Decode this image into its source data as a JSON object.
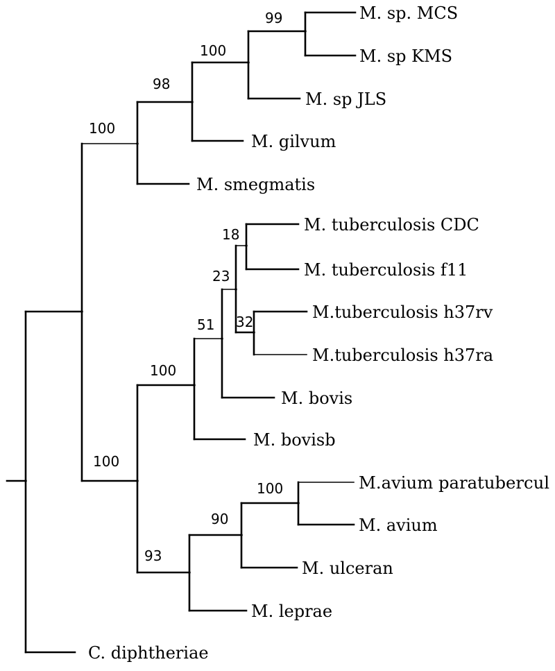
{
  "tree": {
    "leaves": {
      "m_sp_mcs": "M. sp. MCS",
      "m_sp_kms": "M. sp KMS",
      "m_sp_jls": "M. sp JLS",
      "m_gilvum": "M. gilvum",
      "m_smegmatis": "M. smegmatis",
      "m_tb_cdc": "M. tuberculosis CDC",
      "m_tb_f11": "M. tuberculosis f11",
      "m_tb_h37rv": "M.tuberculosis h37rv",
      "m_tb_h37ra": "M.tuberculosis h37ra",
      "m_bovis": "M. bovis",
      "m_bovisb": "M. bovisb",
      "m_avium_paratb": "M.avium paratubercul",
      "m_avium": "M. avium",
      "m_ulceran": "M. ulceran",
      "m_leprae": "M. leprae",
      "c_diphtheriae": "C. diphtheriae"
    },
    "support": {
      "n_mcs_kms": "99",
      "n_jls": "100",
      "n_gilvum": "98",
      "n_fast": "100",
      "n_tb_cdc_f11": "18",
      "n_tb_all": "23",
      "n_tb_h37": "32",
      "n_tb_bovis": "51",
      "n_tb_complex": "100",
      "n_mycobacteria": "100",
      "n_avium": "100",
      "n_ulceran": "90",
      "n_leprae": "93"
    }
  }
}
